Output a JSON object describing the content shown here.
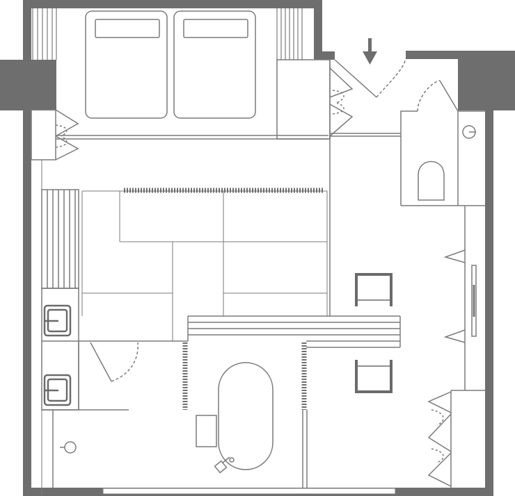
{
  "diagram": {
    "type": "floor-plan",
    "rooms": [
      "bedroom",
      "tatami-room",
      "entrance",
      "toilet",
      "wash-basins",
      "bathroom",
      "living-area",
      "closet"
    ],
    "furniture": [
      "double-bed-left",
      "double-bed-right",
      "bathtub",
      "chair-upper",
      "chair-lower",
      "bench",
      "basin-upper",
      "basin-lower"
    ],
    "colors": {
      "wall": "#6e6e6e",
      "line": "#7a7a7a",
      "fixture": "#6a6a6a",
      "background": "#ffffff"
    },
    "entry_marker": "arrow-down-icon"
  }
}
